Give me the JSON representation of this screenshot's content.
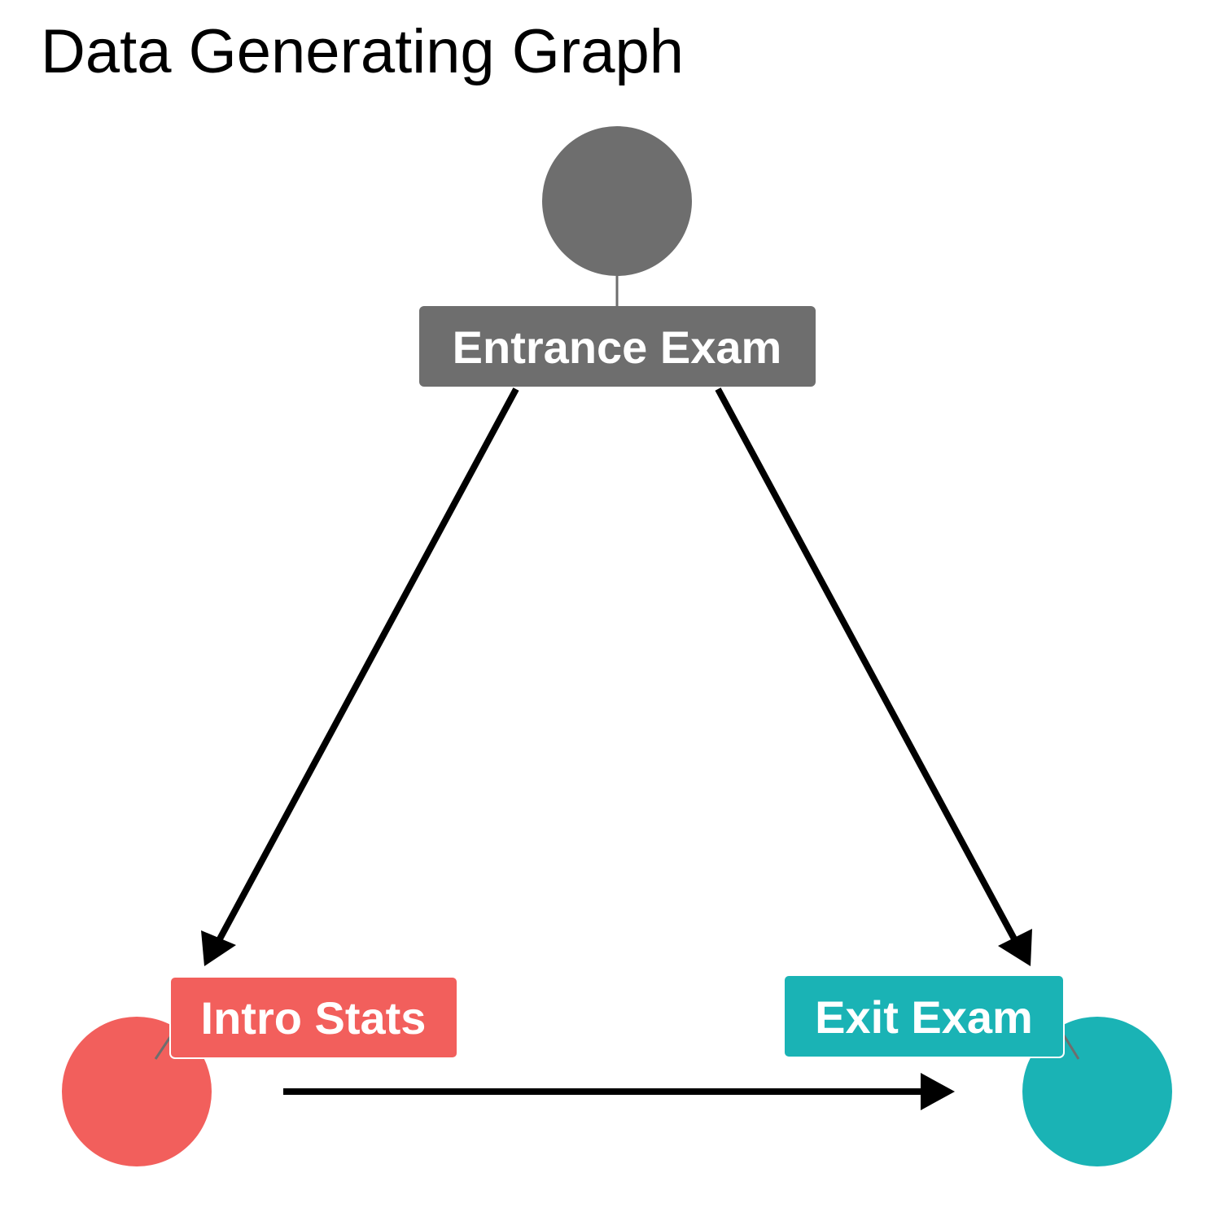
{
  "title": "Data Generating Graph",
  "colors": {
    "confounder": "#6e6e6e",
    "treatment": "#f25f5c",
    "outcome": "#1ab3b5",
    "edge": "#000000",
    "label_text": "#ffffff"
  },
  "nodes": [
    {
      "id": "entrance",
      "label": "Entrance Exam",
      "role": "confounder"
    },
    {
      "id": "intro",
      "label": "Intro Stats",
      "role": "treatment"
    },
    {
      "id": "exit",
      "label": "Exit Exam",
      "role": "outcome"
    }
  ],
  "edges": [
    {
      "from": "entrance",
      "to": "intro"
    },
    {
      "from": "entrance",
      "to": "exit"
    },
    {
      "from": "intro",
      "to": "exit"
    }
  ]
}
